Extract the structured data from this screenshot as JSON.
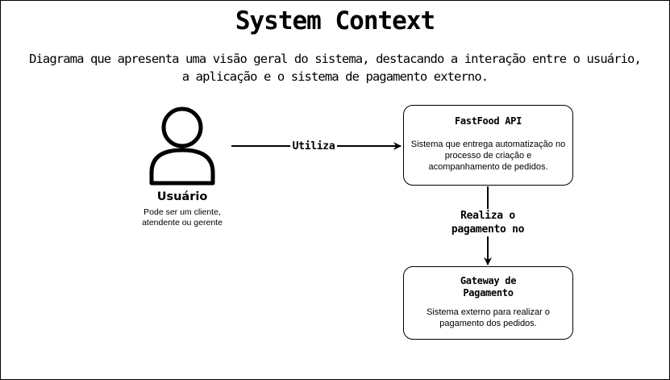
{
  "diagram": {
    "title": "System Context",
    "subtitle": "Diagrama que apresenta uma visão geral do sistema, destacando a interação entre o usuário, a aplicação e o sistema de pagamento externo.",
    "actor": {
      "name": "Usuário",
      "description": "Pode ser um cliente, atendente ou gerente"
    },
    "systems": [
      {
        "name": "FastFood API",
        "description": "Sistema que entrega automatização no processo de criação e acompanhamento de pedidos."
      },
      {
        "name": "Gateway de Pagamento",
        "description": "Sistema externo para realizar o pagamento dos pedidos."
      }
    ],
    "relations": [
      {
        "label": "Utiliza"
      },
      {
        "label": "Realiza o pagamento no"
      }
    ],
    "colors": {
      "stroke": "#000000",
      "background": "#ffffff"
    }
  }
}
